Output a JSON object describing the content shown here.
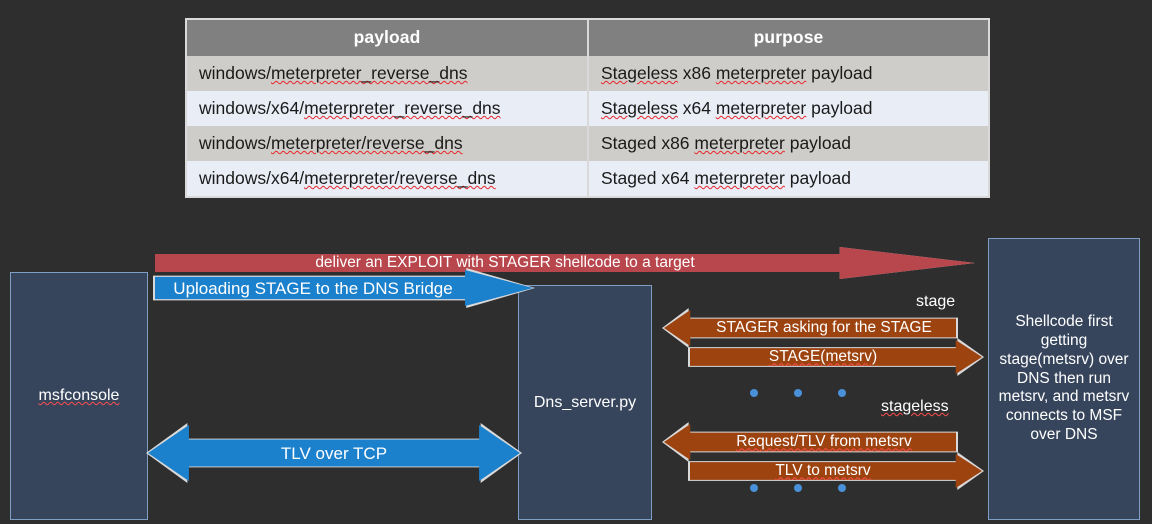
{
  "table": {
    "headers": [
      "payload",
      "purpose"
    ],
    "rows": [
      {
        "payload": "windows/meterpreter_reverse_dns",
        "purpose": "Stageless x86 meterpreter payload"
      },
      {
        "payload": "windows/x64/meterpreter_reverse_dns",
        "purpose": "Stageless x64 meterpreter payload"
      },
      {
        "payload": "windows/meterpreter/reverse_dns",
        "purpose": "Staged x86 meterpreter payload"
      },
      {
        "payload": "windows/x64/meterpreter/reverse_dns",
        "purpose": "Staged x64 meterpreter payload"
      }
    ]
  },
  "diagram": {
    "boxes": {
      "msfconsole": "msfconsole",
      "dns_server": "Dns_server.py",
      "shellcode": "Shellcode first getting stage(metsrv) over DNS then run metsrv, and metsrv connects to MSF over DNS"
    },
    "arrows": {
      "exploit": "deliver an EXPLOIT with STAGER shellcode to a target",
      "upload_stage": "Uploading STAGE to the DNS Bridge",
      "tlv_over_tcp": "TLV over TCP",
      "stager_request": "STAGER asking for the STAGE",
      "stage_metsrv": "STAGE(metsrv)",
      "request_tlv": "Request/TLV from metsrv",
      "tlv_to_metsrv": "TLV to metsrv"
    },
    "captions": {
      "stage": "stage",
      "stageless": "stageless"
    }
  },
  "colors": {
    "background": "#2e2e2e",
    "box_fill": "#36455c",
    "box_border": "#7f9ec4",
    "header_fill": "#808080",
    "row_odd": "#cfcdc9",
    "row_even": "#e9edf6",
    "arrow_red": "#b8474d",
    "arrow_blue": "#1c81cd",
    "arrow_orange": "#9d4310",
    "arrow_outline": "#d9d9d9",
    "dot_blue": "#4a90d9"
  }
}
